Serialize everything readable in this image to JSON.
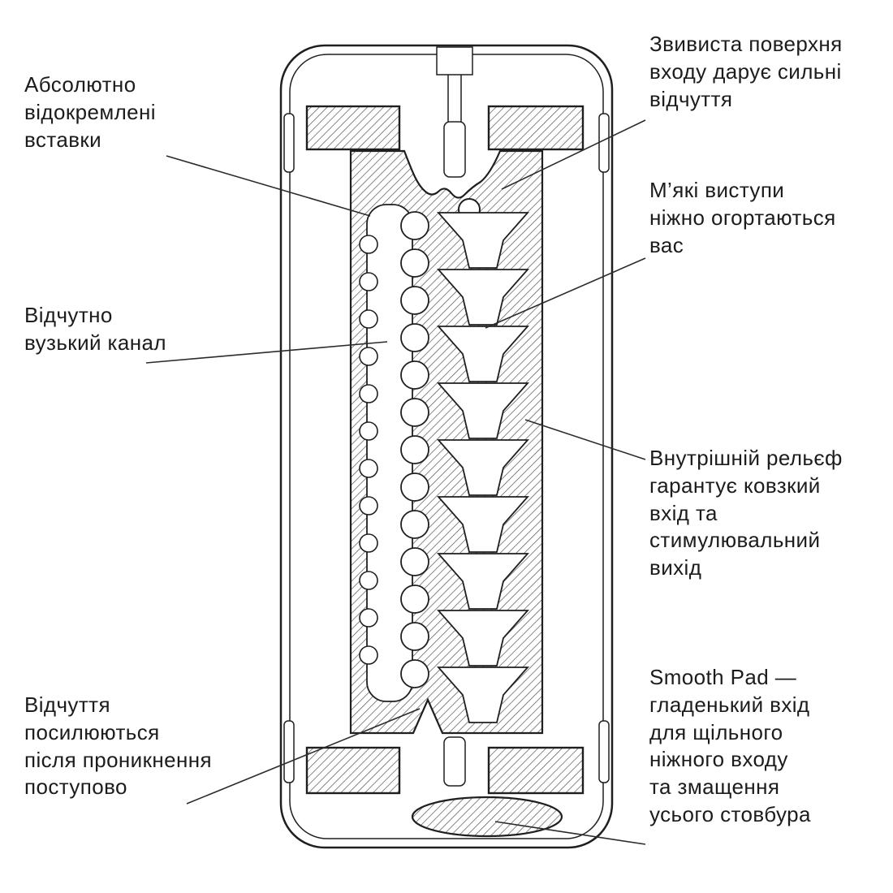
{
  "diagram": {
    "background": "#ffffff",
    "ink": "#1f1f1f",
    "hatch_color": "#555555",
    "labels": {
      "inserts": "Абсолютно\nвідокремлені\nвставки",
      "entry_surface": "Звивиста поверхня\nвходу дарує сильні\nвідчуття",
      "soft_bumps": "М’які виступи\nніжно огортаються\nвас",
      "narrow_channel": "Відчутно\nвузький канал",
      "inner_relief": "Внутрішній рельєф\nгарантує ковзкий\nвхід та\nстимулювальний\nвихід",
      "sensations": "Відчуття\nпосилюються\nпісля проникнення\nпоступово",
      "smooth_pad": "Smooth Pad —\nгладенький вхід\nдля щільного\nніжного входу\nта змащення\nусього стовбура"
    }
  }
}
